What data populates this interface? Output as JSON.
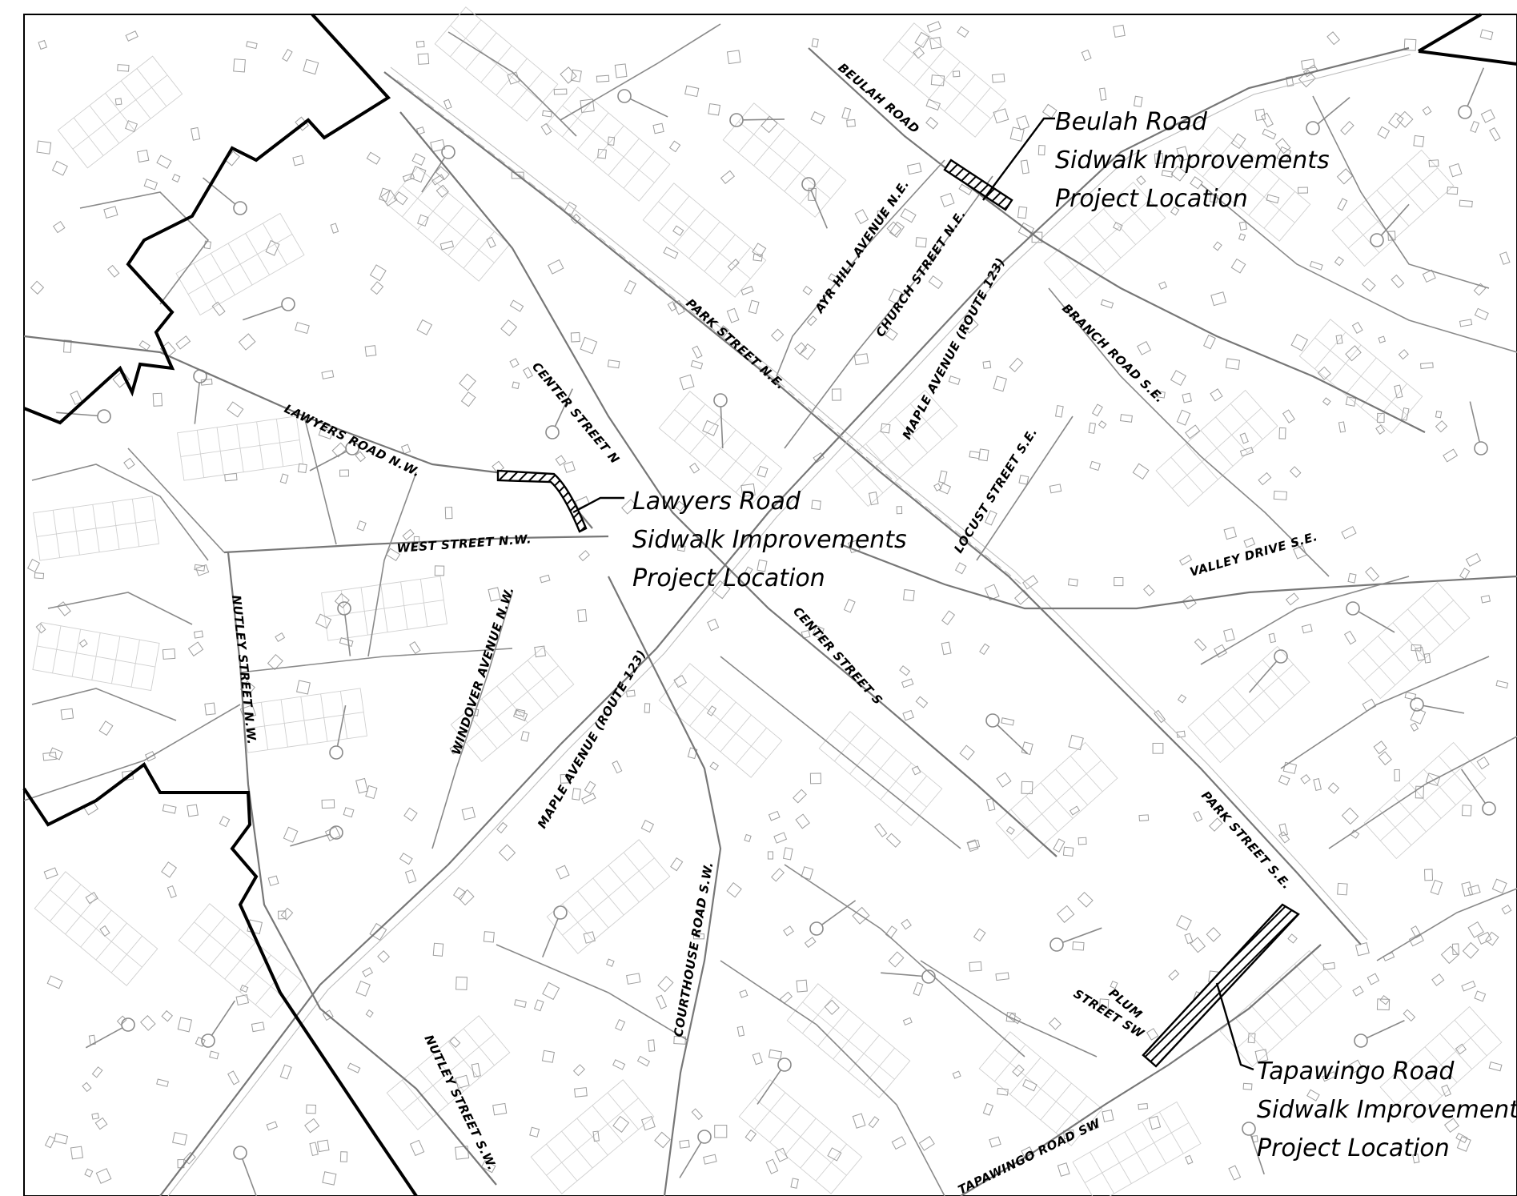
{
  "map": {
    "street_labels": {
      "beulah_road": "BEULAH ROAD",
      "ayr_hill_avenue_ne": "AYR HILL AVENUE N.E.",
      "church_street_ne": "CHURCH STREET N.E.",
      "park_street_ne": "PARK STREET N.E.",
      "maple_avenue_route_123_north": "MAPLE AVENUE (ROUTE 123)",
      "branch_road_se": "BRANCH ROAD S.E.",
      "center_street_n": "CENTER STREET N",
      "lawyers_road_nw": "LAWYERS ROAD N.W.",
      "west_street_nw": "WEST STREET N.W.",
      "locust_street_se": "LOCUST STREET S.E.",
      "valley_drive_se": "VALLEY DRIVE S.E.",
      "nutley_street_nw": "NUTLEY STREET N.W.",
      "windover_avenue_nw": "WINDOVER AVENUE N.W.",
      "center_street_s": "CENTER STREET S",
      "maple_avenue_route_123_south": "MAPLE AVENUE (ROUTE 123)",
      "courthouse_road_sw": "COURTHOUSE ROAD S.W.",
      "park_street_se": "PARK STREET S.E.",
      "plum": "PLUM",
      "street_sw": "STREET SW",
      "nutley_street_sw": "NUTLEY STREET S.W.",
      "tapawingo_road_sw": "TAPAWINGO ROAD SW"
    },
    "project_callouts": {
      "beulah": {
        "line1": "Beulah Road",
        "line2": "Sidwalk Improvements",
        "line3": "Project Location"
      },
      "lawyers": {
        "line1": "Lawyers Road",
        "line2": "Sidwalk Improvements",
        "line3": "Project Location"
      },
      "tapawingo": {
        "line1": "Tapawingo Road",
        "line2": "Sidwalk Improvements",
        "line3": "Project Location"
      }
    },
    "colors": {
      "boundary": "#000000",
      "roads": "#8a8a8a",
      "parcels": "#d0d0d0",
      "background": "#ffffff"
    }
  }
}
